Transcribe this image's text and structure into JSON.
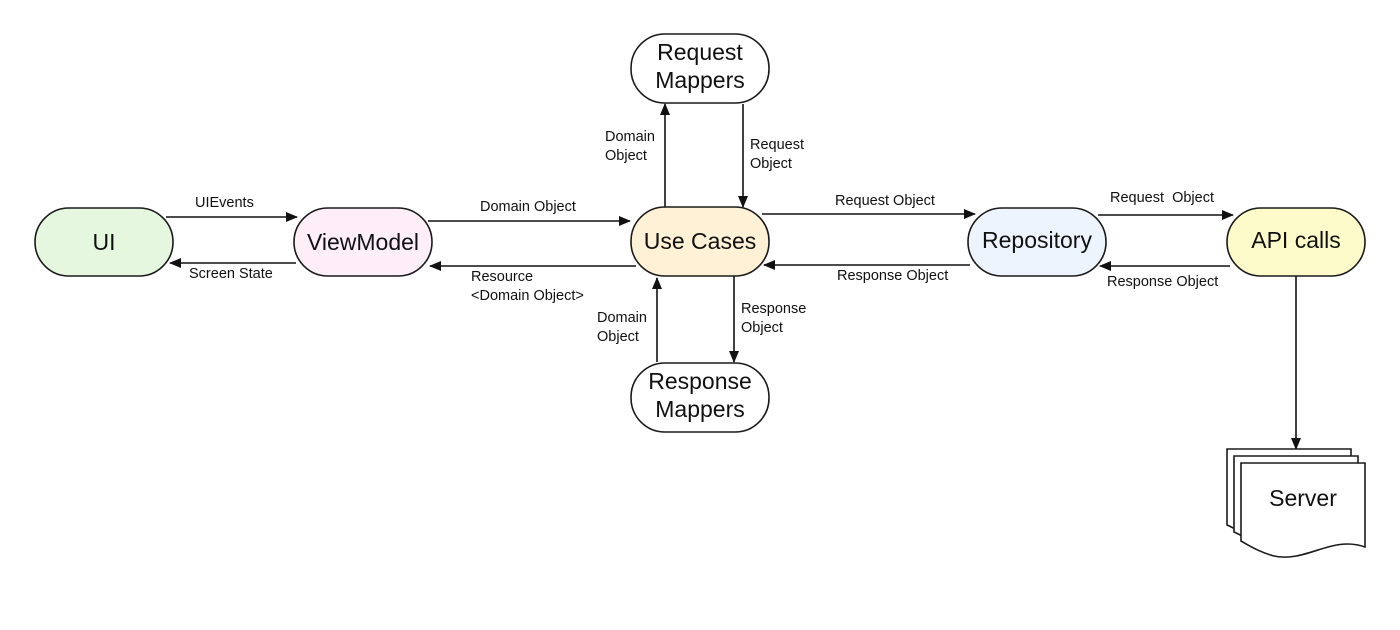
{
  "nodes": {
    "ui": {
      "label": "UI",
      "fill": "#e5f8df"
    },
    "viewmodel": {
      "label": "ViewModel",
      "fill": "#fdeef8"
    },
    "use_cases": {
      "label": "Use Cases",
      "fill": "#fff1d6"
    },
    "repository": {
      "label": "Repository",
      "fill": "#eef4fd"
    },
    "api_calls": {
      "label": "API calls",
      "fill": "#fdfbc9"
    },
    "request_mappers": {
      "label_line1": "Request",
      "label_line2": "Mappers",
      "fill": "#ffffff"
    },
    "response_mappers": {
      "label_line1": "Response",
      "label_line2": "Mappers",
      "fill": "#ffffff"
    },
    "server": {
      "label": "Server",
      "fill": "#ffffff"
    }
  },
  "edges": {
    "ui_events": "UIEvents",
    "screen_state": "Screen State",
    "vm_to_uc": "Domain Object",
    "uc_to_vm_line1": "Resource",
    "uc_to_vm_line2": "<Domain Object>",
    "uc_to_reqmap_line1": "Domain",
    "uc_to_reqmap_line2": "Object",
    "reqmap_to_uc_line1": "Request",
    "reqmap_to_uc_line2": "Object",
    "uc_to_respmap_line1": "Response",
    "uc_to_respmap_line2": "Object",
    "respmap_to_uc_line1": "Domain",
    "respmap_to_uc_line2": "Object",
    "uc_to_repo": "Request Object",
    "repo_to_uc": "Response Object",
    "repo_to_api": "Request  Object",
    "api_to_repo": "Response Object"
  }
}
